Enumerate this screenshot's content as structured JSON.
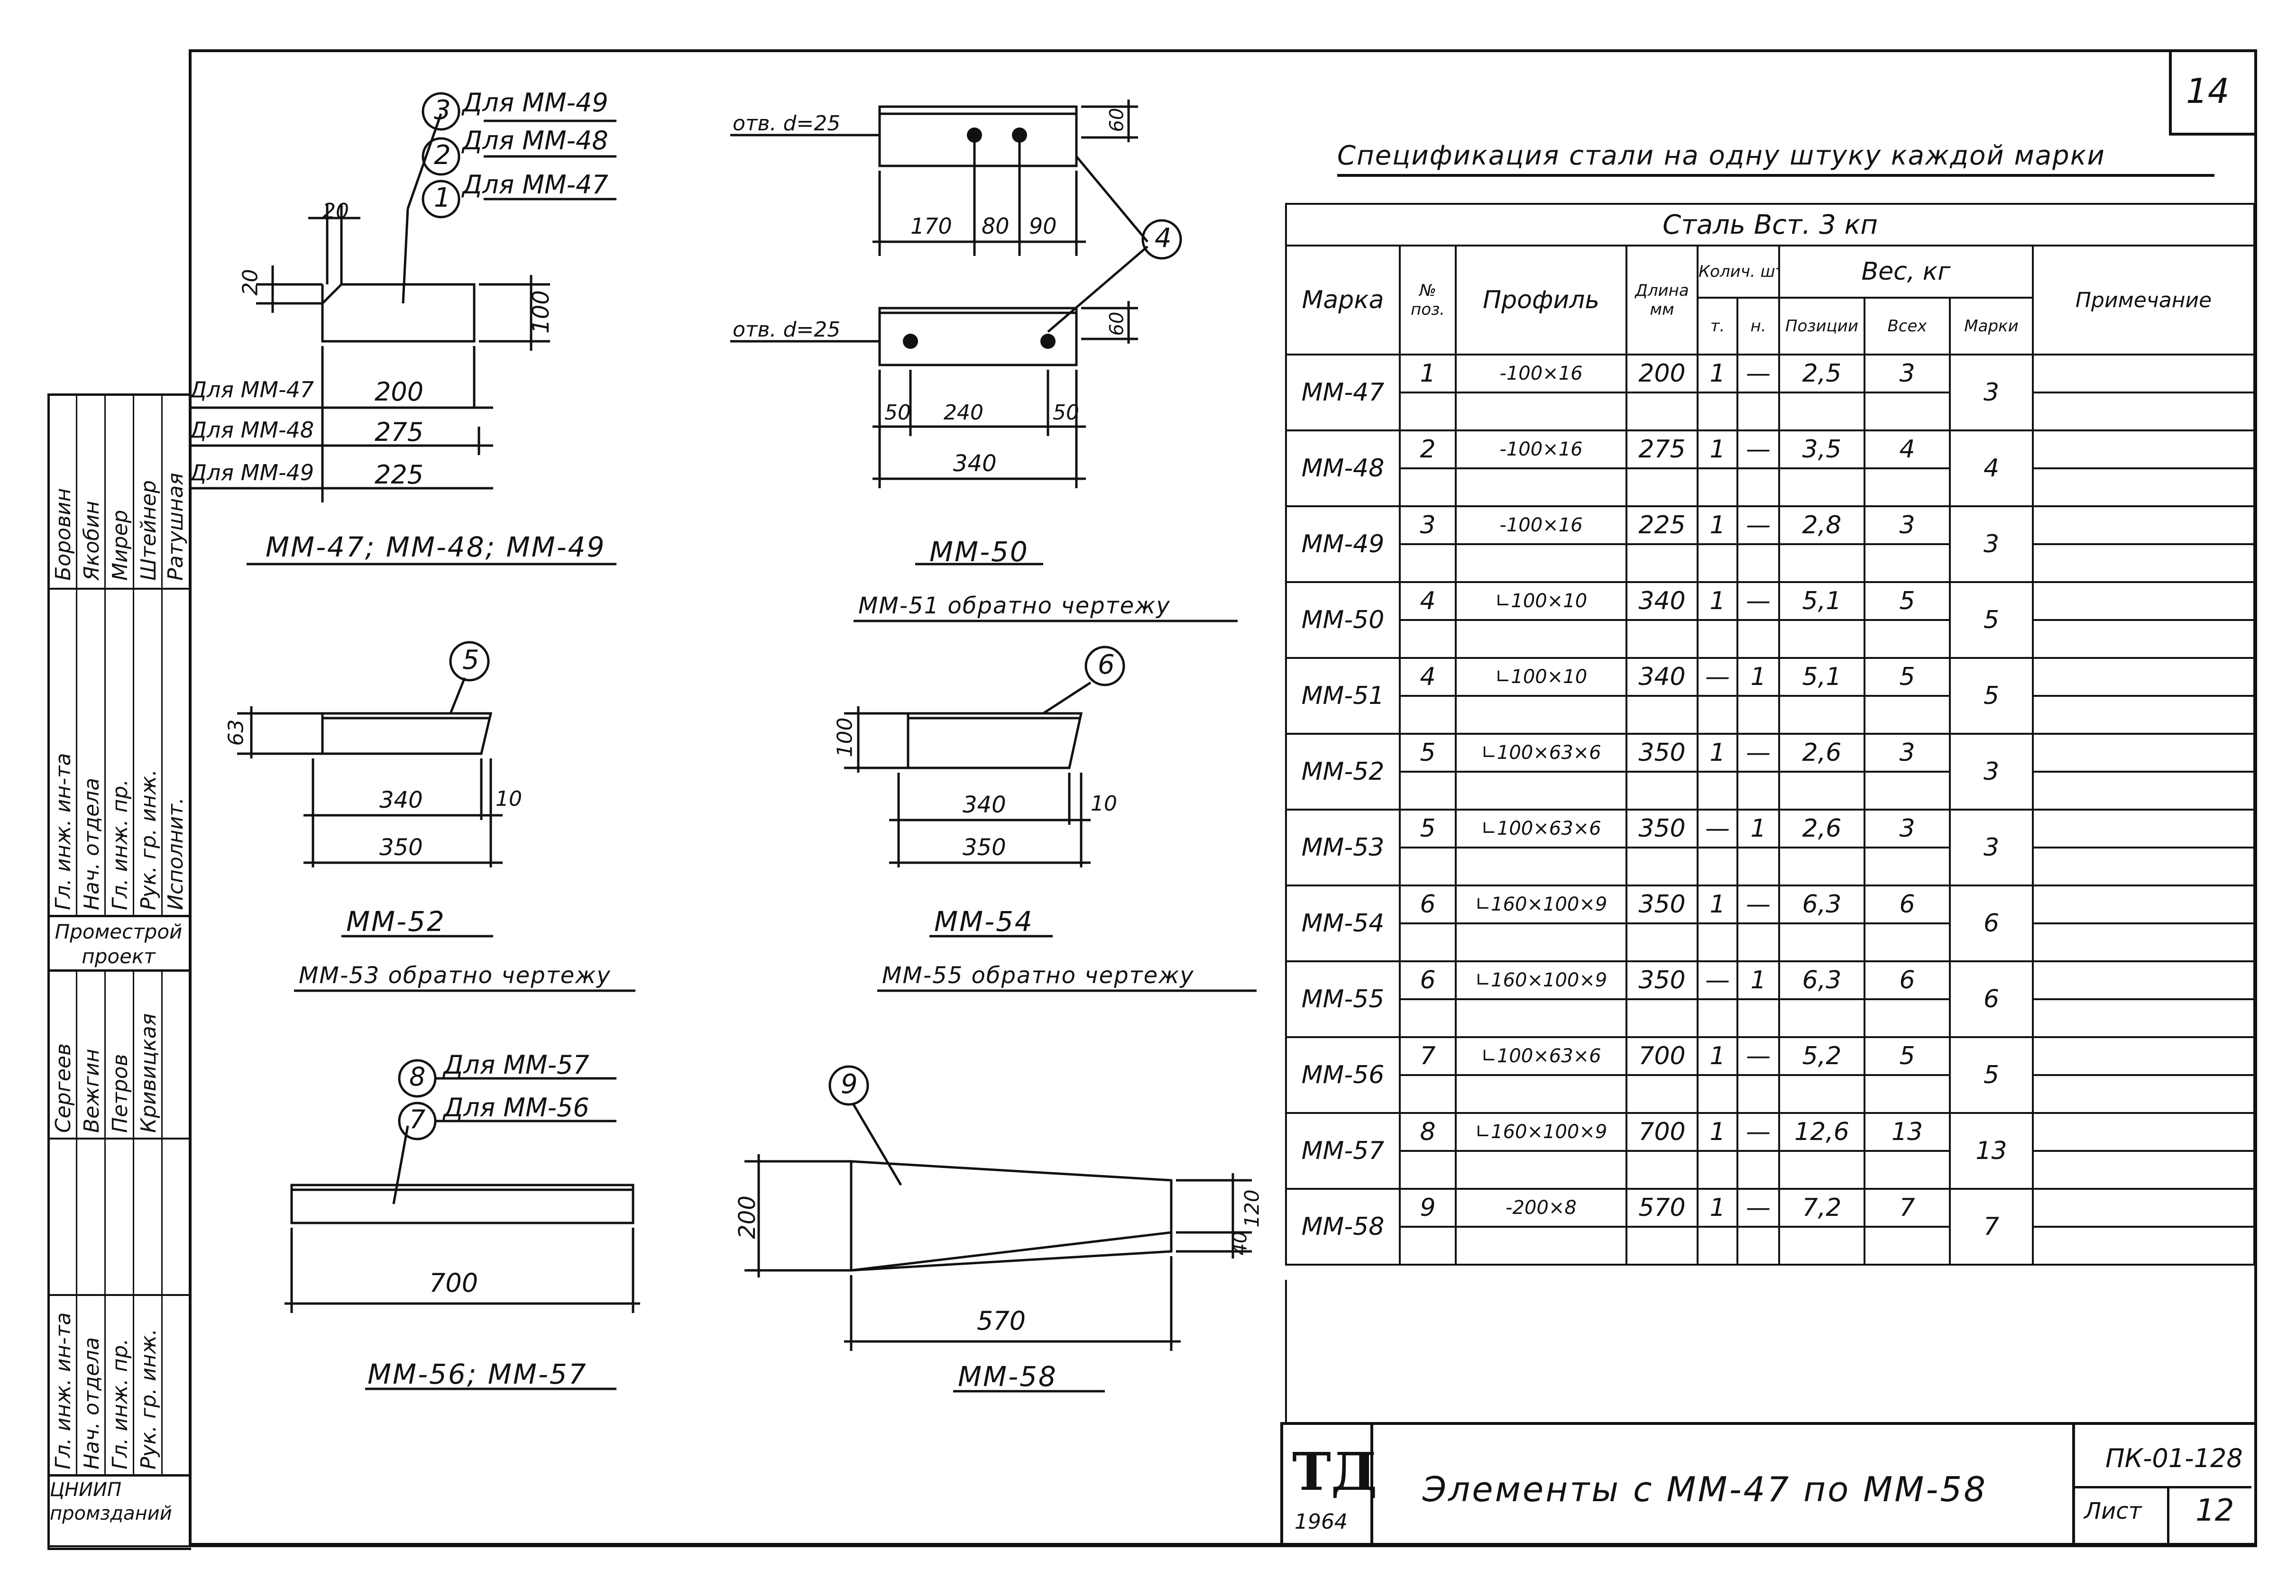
{
  "sheet": {
    "page_number": "14",
    "sheet_label": "Лист",
    "sheet_number": "12",
    "code": "ПК-01-128",
    "title": "Элементы с ММ-47 по ММ-58",
    "logo_letters": "ТД",
    "year": "1964"
  },
  "spec": {
    "title": "Спецификация стали на одну штуку каждой марки",
    "steel_header": "Сталь Вст. 3 кп",
    "headers": {
      "marka": "Марка",
      "pos": "№ поз.",
      "profile": "Профиль",
      "length": "Длина мм",
      "qty": "Колич. шт.",
      "qty_t": "т.",
      "qty_n": "н.",
      "weight": "Вес, кг",
      "weight_pos": "Позиции",
      "weight_all": "Всех",
      "weight_mark": "Марки",
      "note": "Примечание"
    },
    "rows": [
      {
        "marka": "ММ-47",
        "pos": "1",
        "profile": "-100×16",
        "length": "200",
        "t": "1",
        "n": "—",
        "wpos": "2,5",
        "wall": "3",
        "wmark": "3"
      },
      {
        "marka": "ММ-48",
        "pos": "2",
        "profile": "-100×16",
        "length": "275",
        "t": "1",
        "n": "—",
        "wpos": "3,5",
        "wall": "4",
        "wmark": "4"
      },
      {
        "marka": "ММ-49",
        "pos": "3",
        "profile": "-100×16",
        "length": "225",
        "t": "1",
        "n": "—",
        "wpos": "2,8",
        "wall": "3",
        "wmark": "3"
      },
      {
        "marka": "ММ-50",
        "pos": "4",
        "profile": "∟100×10",
        "length": "340",
        "t": "1",
        "n": "—",
        "wpos": "5,1",
        "wall": "5",
        "wmark": "5"
      },
      {
        "marka": "ММ-51",
        "pos": "4",
        "profile": "∟100×10",
        "length": "340",
        "t": "—",
        "n": "1",
        "wpos": "5,1",
        "wall": "5",
        "wmark": "5"
      },
      {
        "marka": "ММ-52",
        "pos": "5",
        "profile": "∟100×63×6",
        "length": "350",
        "t": "1",
        "n": "—",
        "wpos": "2,6",
        "wall": "3",
        "wmark": "3"
      },
      {
        "marka": "ММ-53",
        "pos": "5",
        "profile": "∟100×63×6",
        "length": "350",
        "t": "—",
        "n": "1",
        "wpos": "2,6",
        "wall": "3",
        "wmark": "3"
      },
      {
        "marka": "ММ-54",
        "pos": "6",
        "profile": "∟160×100×9",
        "length": "350",
        "t": "1",
        "n": "—",
        "wpos": "6,3",
        "wall": "6",
        "wmark": "6"
      },
      {
        "marka": "ММ-55",
        "pos": "6",
        "profile": "∟160×100×9",
        "length": "350",
        "t": "—",
        "n": "1",
        "wpos": "6,3",
        "wall": "6",
        "wmark": "6"
      },
      {
        "marka": "ММ-56",
        "pos": "7",
        "profile": "∟100×63×6",
        "length": "700",
        "t": "1",
        "n": "—",
        "wpos": "5,2",
        "wall": "5",
        "wmark": "5"
      },
      {
        "marka": "ММ-57",
        "pos": "8",
        "profile": "∟160×100×9",
        "length": "700",
        "t": "1",
        "n": "—",
        "wpos": "12,6",
        "wall": "13",
        "wmark": "13"
      },
      {
        "marka": "ММ-58",
        "pos": "9",
        "profile": "-200×8",
        "length": "570",
        "t": "1",
        "n": "—",
        "wpos": "7,2",
        "wall": "7",
        "wmark": "7"
      }
    ]
  },
  "drawings": {
    "d1": {
      "caption": "ММ-47; ММ-48; ММ-49",
      "callouts": [
        {
          "n": "3",
          "text": "Для ММ-49"
        },
        {
          "n": "2",
          "text": "Для ММ-48"
        },
        {
          "n": "1",
          "text": "Для ММ-47"
        }
      ],
      "dim_top": "20",
      "dim_left": "20",
      "dim_height": "100",
      "lengths": [
        {
          "label": "Для ММ-47",
          "value": "200"
        },
        {
          "label": "Для ММ-48",
          "value": "275"
        },
        {
          "label": "Для ММ-49",
          "value": "225"
        }
      ]
    },
    "d2": {
      "caption": "ММ-50",
      "caption2": "ММ-51 обратно чертежу",
      "hole_top": "отв. d=25",
      "hole_bottom": "отв. d=25",
      "dim_h_top": "60",
      "dim_h_bottom": "60",
      "dims_top": [
        "170",
        "80",
        "90"
      ],
      "dims_bottom": [
        "50",
        "240",
        "50"
      ],
      "dim_total": "340",
      "callout": "4"
    },
    "d3": {
      "caption": "ММ-52",
      "caption2": "ММ-53 обратно чертежу",
      "callout": "5",
      "dim_h": "63",
      "dim_a": "340",
      "dim_b": "350",
      "dim_c": "10"
    },
    "d4": {
      "caption": "ММ-54",
      "caption2": "ММ-55 обратно чертежу",
      "callout": "6",
      "dim_h": "100",
      "dim_a": "340",
      "dim_b": "350",
      "dim_c": "10"
    },
    "d5": {
      "caption": "ММ-56; ММ-57",
      "callouts": [
        {
          "n": "8",
          "text": "Для ММ-57"
        },
        {
          "n": "7",
          "text": "Для ММ-56"
        }
      ],
      "dim_len": "700"
    },
    "d6": {
      "caption": "ММ-58",
      "callout": "9",
      "dim_h": "200",
      "dim_h2": "120",
      "dim_c": "40",
      "dim_len": "570"
    }
  },
  "sidebar": {
    "top_block": {
      "roles": [
        "Гл. инж. ин-та",
        "Нач. отдела",
        "Гл. инж. пр.",
        "Рук. гр. инж.",
        "Исполнит."
      ],
      "names": [
        "Боровин",
        "Якобин",
        "Мирер",
        "Штейнер",
        "Ратушная"
      ]
    },
    "org1": "Проместрой проект",
    "names_mid": [
      "Сергеев",
      "Вежгин",
      "Петров",
      "Кривицкая"
    ],
    "bottom_block": {
      "roles": [
        "Гл. инж. ин-та",
        "Нач. отдела",
        "Гл. инж. пр.",
        "Рук. гр. инж."
      ]
    },
    "org2": "ЦНИИП промзданий"
  },
  "colors": {
    "ink": "#111111",
    "paper": "#ffffff"
  }
}
